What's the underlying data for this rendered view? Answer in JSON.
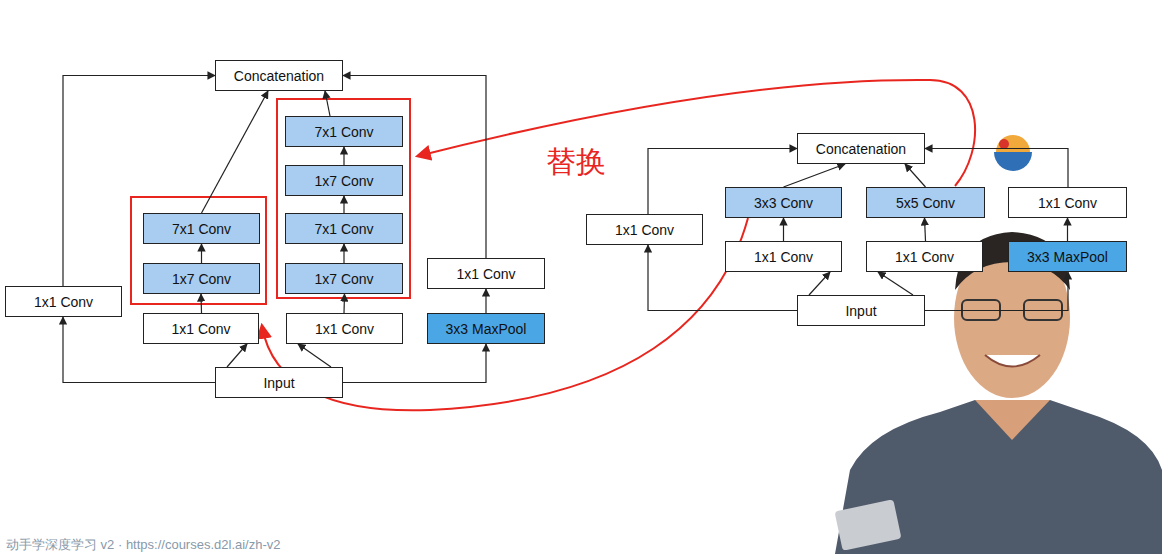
{
  "diagram": {
    "nodes": [
      {
        "text": [
          "Concatenation"
        ]
      },
      {
        "text": [
          "1x1 Conv"
        ]
      },
      {
        "text": [
          "1x1 Conv"
        ]
      },
      {
        "text": [
          "1x7 Conv"
        ]
      },
      {
        "text": [
          "7x1 Conv"
        ]
      },
      {
        "text": [
          "1x1 Conv"
        ]
      },
      {
        "text": [
          "1x7 Conv"
        ]
      },
      {
        "text": [
          "7x1 Conv"
        ]
      },
      {
        "text": [
          "1x7 Conv"
        ]
      },
      {
        "text": [
          "7x1 Conv"
        ]
      },
      {
        "text": [
          "3x3 MaxPool"
        ]
      },
      {
        "text": [
          "1x1 Conv"
        ]
      },
      {
        "text": [
          "Input"
        ]
      },
      {
        "text": [
          "Concatenation"
        ]
      },
      {
        "text": [
          "1x1 Conv"
        ]
      },
      {
        "text": [
          "1x1 Conv"
        ]
      },
      {
        "text": [
          "3x3 Conv"
        ]
      },
      {
        "text": [
          "1x1 Conv"
        ]
      },
      {
        "text": [
          "5x5 Conv"
        ]
      },
      {
        "text": [
          "3x3 MaxPool"
        ]
      },
      {
        "text": [
          "1x1 Conv"
        ]
      },
      {
        "text": [
          "Input"
        ]
      }
    ],
    "edges": [
      {
        "from": 12,
        "to": 1,
        "arrow": "to"
      },
      {
        "from": 1,
        "to": 0,
        "arrow": "to"
      },
      {
        "from": 12,
        "to": 2,
        "arrow": "to"
      },
      {
        "from": 2,
        "to": 3,
        "arrow": "to"
      },
      {
        "from": 3,
        "to": 4,
        "arrow": "to"
      },
      {
        "from": 4,
        "to": 0,
        "arrow": "to"
      },
      {
        "from": 12,
        "to": 5,
        "arrow": "to"
      },
      {
        "from": 5,
        "to": 6,
        "arrow": "to"
      },
      {
        "from": 6,
        "to": 7,
        "arrow": "to"
      },
      {
        "from": 7,
        "to": 8,
        "arrow": "to"
      },
      {
        "from": 8,
        "to": 9,
        "arrow": "to"
      },
      {
        "from": 9,
        "to": 0,
        "arrow": "to"
      },
      {
        "from": 12,
        "to": 10,
        "arrow": "to"
      },
      {
        "from": 10,
        "to": 11,
        "arrow": "to"
      },
      {
        "from": 11,
        "to": 0,
        "arrow": "to"
      },
      {
        "from": 21,
        "to": 14,
        "arrow": "to"
      },
      {
        "from": 14,
        "to": 13,
        "arrow": "to"
      },
      {
        "from": 21,
        "to": 15,
        "arrow": "to"
      },
      {
        "from": 15,
        "to": 16,
        "arrow": "to"
      },
      {
        "from": 16,
        "to": 13,
        "arrow": "to"
      },
      {
        "from": 21,
        "to": 17,
        "arrow": "to"
      },
      {
        "from": 17,
        "to": 18,
        "arrow": "to"
      },
      {
        "from": 18,
        "to": 13,
        "arrow": "to"
      },
      {
        "from": 21,
        "to": 19,
        "arrow": "to"
      },
      {
        "from": 19,
        "to": 20,
        "arrow": "to"
      },
      {
        "from": 20,
        "to": 13,
        "arrow": "to"
      }
    ],
    "labels": [
      "替换",
      "动手学深度学习 v2 · https://courses.d2l.ai/zh-v2"
    ]
  }
}
